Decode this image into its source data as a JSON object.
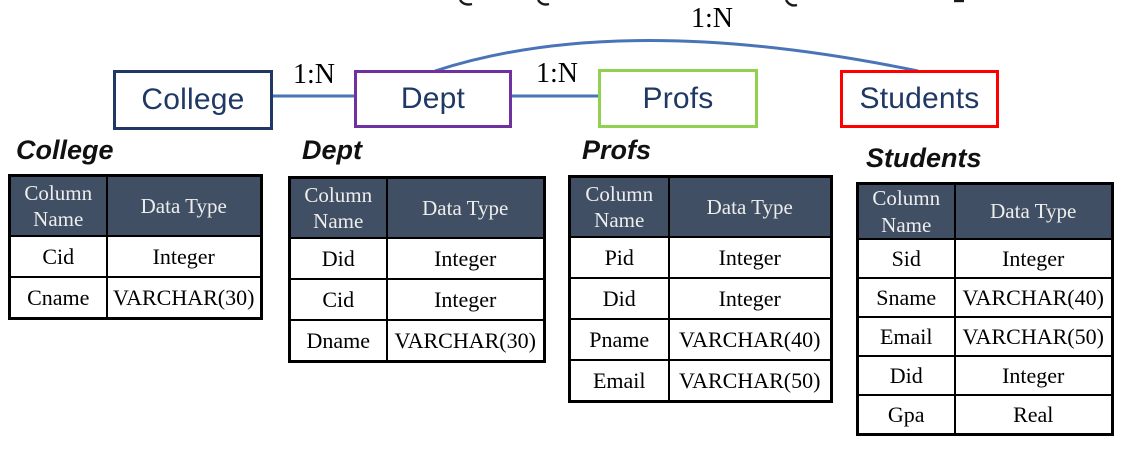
{
  "diagram": {
    "line_color": "#4A74B8",
    "entity_text_color": "#1F3864",
    "entities": [
      {
        "name": "College",
        "border_color": "#1F3864"
      },
      {
        "name": "Dept",
        "border_color": "#7030A0"
      },
      {
        "name": "Profs",
        "border_color": "#92D050"
      },
      {
        "name": "Students",
        "border_color": "#FF0000"
      }
    ],
    "relationships": [
      {
        "from": "College",
        "to": "Dept",
        "cardinality": "1:N"
      },
      {
        "from": "Dept",
        "to": "Profs",
        "cardinality": "1:N"
      },
      {
        "from": "Dept",
        "to": "Students",
        "cardinality": "1:N"
      }
    ]
  },
  "tables": [
    {
      "title": "College",
      "headers": [
        "Column Name",
        "Data Type"
      ],
      "rows": [
        [
          "Cid",
          "Integer"
        ],
        [
          "Cname",
          "VARCHAR(30)"
        ]
      ]
    },
    {
      "title": "Dept",
      "headers": [
        "Column Name",
        "Data Type"
      ],
      "rows": [
        [
          "Did",
          "Integer"
        ],
        [
          "Cid",
          "Integer"
        ],
        [
          "Dname",
          "VARCHAR(30)"
        ]
      ]
    },
    {
      "title": "Profs",
      "headers": [
        "Column Name",
        "Data Type"
      ],
      "rows": [
        [
          "Pid",
          "Integer"
        ],
        [
          "Did",
          "Integer"
        ],
        [
          "Pname",
          "VARCHAR(40)"
        ],
        [
          "Email",
          "VARCHAR(50)"
        ]
      ]
    },
    {
      "title": "Students",
      "headers": [
        "Column Name",
        "Data Type"
      ],
      "rows": [
        [
          "Sid",
          "Integer"
        ],
        [
          "Sname",
          "VARCHAR(40)"
        ],
        [
          "Email",
          "VARCHAR(50)"
        ],
        [
          "Did",
          "Integer"
        ],
        [
          "Gpa",
          "Real"
        ]
      ]
    }
  ],
  "table_style": {
    "header_bg": "#404F63",
    "header_text_color": "#EDEDED",
    "border_color": "#000000"
  }
}
